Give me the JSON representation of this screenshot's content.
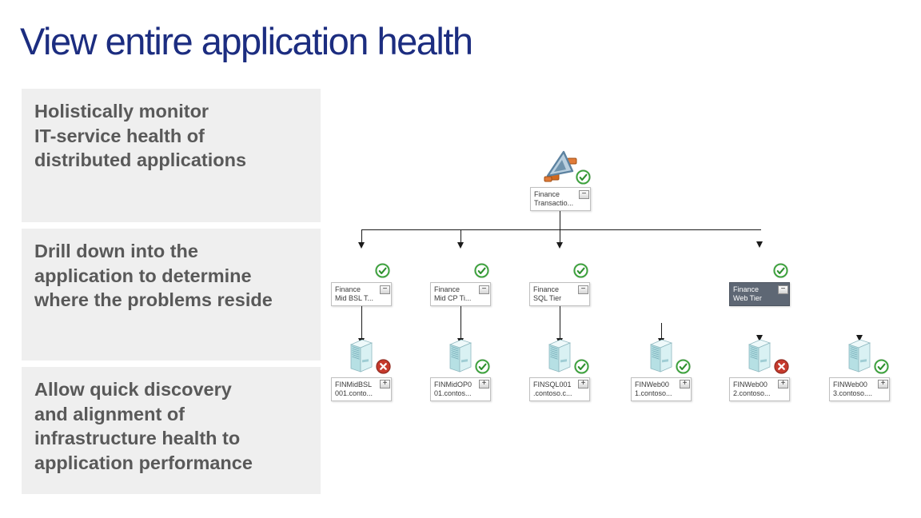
{
  "slide": {
    "title": "View entire application health",
    "title_color": "#1c2d80"
  },
  "bullets": [
    {
      "text": "Holistically monitor\nIT-service health of\ndistributed applications"
    },
    {
      "text": "Drill down into the\napplication to determine\nwhere the problems reside"
    },
    {
      "text": "Allow quick discovery\nand alignment of\ninfrastructure health to\napplication performance"
    }
  ],
  "diagram": {
    "root": {
      "label": "Finance\nTransactio...",
      "status": "healthy",
      "expander": "−",
      "icon": "distributed-application-icon"
    },
    "tiers": [
      {
        "label": "Finance\nMid BSL T...",
        "status": "healthy",
        "expander": "−",
        "selected": false
      },
      {
        "label": "Finance\nMid CP Ti...",
        "status": "healthy",
        "expander": "−",
        "selected": false
      },
      {
        "label": "Finance\nSQL Tier",
        "status": "healthy",
        "expander": "−",
        "selected": false
      },
      {
        "label": "Finance\nWeb Tier",
        "status": "healthy",
        "expander": "−",
        "selected": true
      }
    ],
    "servers": [
      {
        "label": "FINMidBSL\n001.conto...",
        "status": "error",
        "expander": "+"
      },
      {
        "label": "FINMidOP0\n01.contos...",
        "status": "healthy",
        "expander": "+"
      },
      {
        "label": "FINSQL001\n.contoso.c...",
        "status": "healthy",
        "expander": "+"
      },
      {
        "label": "FINWeb00\n1.contoso...",
        "status": "healthy",
        "expander": "+"
      },
      {
        "label": "FINWeb00\n2.contoso...",
        "status": "error",
        "expander": "+"
      },
      {
        "label": "FINWeb00\n3.contoso....",
        "status": "healthy",
        "expander": "+"
      }
    ],
    "colors": {
      "healthy": "#2e9e2e",
      "error": "#c23b2e",
      "selected_label_bg": "#5e6774",
      "bullet_bg": "#efefef",
      "bullet_text": "#595959"
    },
    "icons": [
      "distributed-application-icon",
      "application-tier-icon",
      "server-icon",
      "health-ok-icon",
      "health-error-icon",
      "collapse-button",
      "expand-button"
    ]
  }
}
